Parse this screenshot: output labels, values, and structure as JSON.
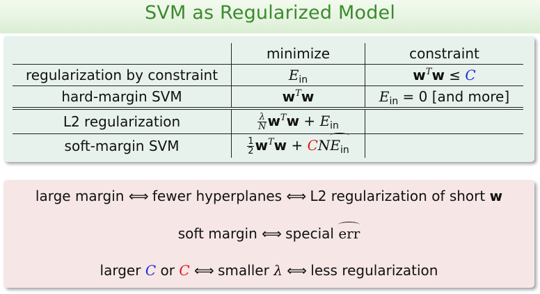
{
  "slide": {
    "title": "SVM as Regularized Model"
  },
  "table": {
    "headers": {
      "col2": "minimize",
      "col3": "constraint"
    },
    "rows": [
      {
        "label": "regularization by constraint",
        "minimize": {
          "E": "E",
          "sub": "in"
        },
        "constraint": {
          "w": "w",
          "T": "T",
          "le": "≤",
          "C": "C"
        }
      },
      {
        "label": "hard-margin SVM",
        "minimize": {
          "w": "w",
          "T": "T"
        },
        "constraint": {
          "E": "E",
          "sub": "in",
          "rest": " = 0 [and more]"
        }
      },
      {
        "label": "L2 regularization",
        "minimize": {
          "num": "λ",
          "den": "N",
          "w": "w",
          "T": "T",
          "plus": " + ",
          "E": "E",
          "sub": "in"
        },
        "constraint": ""
      },
      {
        "label": "soft-margin SVM",
        "minimize": {
          "num": "1",
          "den": "2",
          "w": "w",
          "T": "T",
          "plus": " + ",
          "C": "C",
          "N": "N",
          "E": "E",
          "sub": "in"
        },
        "constraint": ""
      }
    ]
  },
  "notes": {
    "line1": {
      "a": "large margin",
      "iff": "⟺",
      "b": "fewer hyperplanes",
      "c": "L2 regularization of short",
      "w": "w"
    },
    "line2": {
      "a": "soft margin",
      "iff": "⟺",
      "b": "special",
      "err": "err"
    },
    "line3": {
      "a": "larger",
      "C1": "C",
      "or": "or",
      "C2": "C",
      "iff": "⟺",
      "b": "smaller",
      "lambda": "λ",
      "c": "less regularization"
    }
  },
  "colors": {
    "title": "#3c8a2e",
    "blue_C": "#1a2bd6",
    "red_C": "#e0151b",
    "top_box": "#e8f2ec",
    "bottom_box": "#f6e6e6"
  }
}
